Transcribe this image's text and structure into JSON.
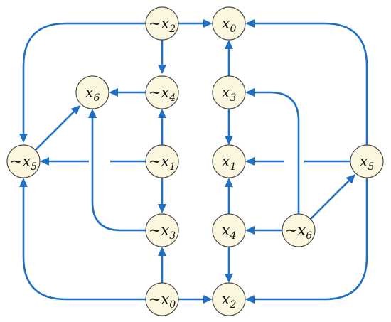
{
  "nodes": [
    {
      "id": "nx2",
      "neg": "~",
      "var": "x",
      "sub": "2"
    },
    {
      "id": "x0",
      "neg": "",
      "var": "x",
      "sub": "0"
    },
    {
      "id": "x6",
      "neg": "",
      "var": "x",
      "sub": "6"
    },
    {
      "id": "nx4",
      "neg": "~",
      "var": "x",
      "sub": "4"
    },
    {
      "id": "x3",
      "neg": "",
      "var": "x",
      "sub": "3"
    },
    {
      "id": "nx5",
      "neg": "~",
      "var": "x",
      "sub": "5"
    },
    {
      "id": "nx1",
      "neg": "~",
      "var": "x",
      "sub": "1"
    },
    {
      "id": "x1",
      "neg": "",
      "var": "x",
      "sub": "1"
    },
    {
      "id": "x5",
      "neg": "",
      "var": "x",
      "sub": "5"
    },
    {
      "id": "nx3",
      "neg": "~",
      "var": "x",
      "sub": "3"
    },
    {
      "id": "x4",
      "neg": "",
      "var": "x",
      "sub": "4"
    },
    {
      "id": "nx6",
      "neg": "~",
      "var": "x",
      "sub": "6"
    },
    {
      "id": "nx0",
      "neg": "~",
      "var": "x",
      "sub": "0"
    },
    {
      "id": "x2",
      "neg": "",
      "var": "x",
      "sub": "2"
    }
  ],
  "edges": [
    {
      "from": "nx2",
      "to": "x0"
    },
    {
      "from": "nx2",
      "to": "nx4"
    },
    {
      "from": "nx2",
      "to": "nx5"
    },
    {
      "from": "nx4",
      "to": "x6"
    },
    {
      "from": "nx5",
      "to": "x6"
    },
    {
      "from": "nx1",
      "to": "nx4"
    },
    {
      "from": "nx1",
      "to": "nx5"
    },
    {
      "from": "nx1",
      "to": "nx3"
    },
    {
      "from": "nx3",
      "to": "x6"
    },
    {
      "from": "nx0",
      "to": "nx3"
    },
    {
      "from": "nx0",
      "to": "x2"
    },
    {
      "from": "nx0",
      "to": "nx5"
    },
    {
      "from": "x3",
      "to": "x0"
    },
    {
      "from": "x3",
      "to": "x1"
    },
    {
      "from": "x4",
      "to": "x1"
    },
    {
      "from": "x4",
      "to": "x2"
    },
    {
      "from": "nx6",
      "to": "x4"
    },
    {
      "from": "nx6",
      "to": "x3"
    },
    {
      "from": "nx6",
      "to": "x5"
    },
    {
      "from": "x5",
      "to": "x1"
    },
    {
      "from": "x5",
      "to": "x0"
    },
    {
      "from": "x5",
      "to": "x2"
    }
  ],
  "colors": {
    "edge": "#1f6fc5",
    "node_fill": "#fbf7df",
    "node_stroke": "#4a4a4a"
  }
}
